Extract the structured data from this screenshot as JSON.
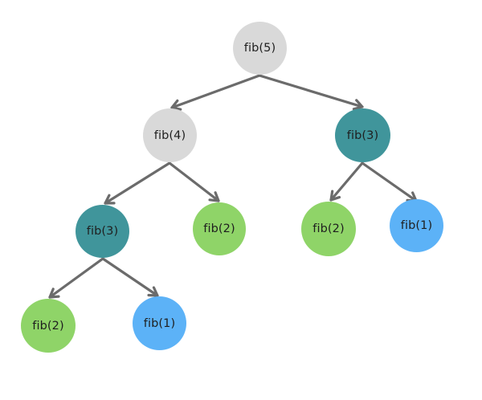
{
  "colors": {
    "edge": "#6b6b6b",
    "root": "#d9d9d9",
    "repeated": "#40959b",
    "base_two": "#8fd468",
    "base_one": "#5cb2f7"
  },
  "nodes": [
    {
      "label": "fib(5)",
      "kind": "root"
    },
    {
      "label": "fib(4)",
      "kind": "root"
    },
    {
      "label": "fib(3)",
      "kind": "repeated"
    },
    {
      "label": "fib(3)",
      "kind": "repeated"
    },
    {
      "label": "fib(2)",
      "kind": "base_two"
    },
    {
      "label": "fib(2)",
      "kind": "base_two"
    },
    {
      "label": "fib(1)",
      "kind": "base_one"
    },
    {
      "label": "fib(2)",
      "kind": "base_two"
    },
    {
      "label": "fib(1)",
      "kind": "base_one"
    }
  ],
  "edges": [
    {
      "from": 0,
      "to": 1
    },
    {
      "from": 0,
      "to": 2
    },
    {
      "from": 1,
      "to": 3
    },
    {
      "from": 1,
      "to": 4
    },
    {
      "from": 2,
      "to": 5
    },
    {
      "from": 2,
      "to": 6
    },
    {
      "from": 3,
      "to": 7
    },
    {
      "from": 3,
      "to": 8
    }
  ]
}
